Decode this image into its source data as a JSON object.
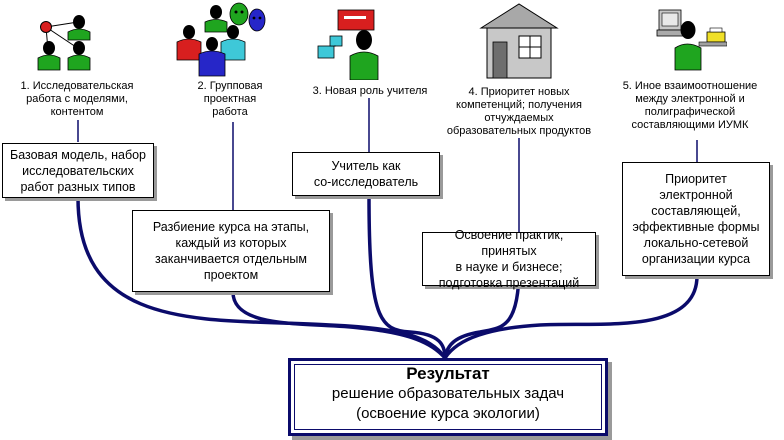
{
  "steps": [
    {
      "caption": "1. Исследовательская\nработа с моделями,\nконтентом",
      "box": "Базовая модель, набор\nисследовательских\nработ разных типов"
    },
    {
      "caption": "2. Групповая\nпроектная\nработа",
      "box": "Разбиение курса на этапы,\nкаждый из которых\nзаканчивается отдельным\nпроектом"
    },
    {
      "caption": "3. Новая роль учителя",
      "box": "Учитель как\nсо-исследователь"
    },
    {
      "caption": "4. Приоритет новых\nкомпетенций; получения\nотчуждаемых\nобразовательных продуктов",
      "box": "Освоение практик, принятых\nв науке и бизнесе;\nподготовка презентаций"
    },
    {
      "caption": "5. Иное взаимоотношение\nмежду электронной и\nполиграфической\nсоставляющими ИУМК",
      "box": "Приоритет электронной\nсоставляющей,\nэффективные формы\nлокально-сетевой\nорганизации курса"
    }
  ],
  "result": {
    "title": "Результат",
    "line1": "решение образовательных задач",
    "line2": "(освоение курса экологии)"
  },
  "colors": {
    "connector": "#0b0b6b",
    "person_green": "#1fa51f",
    "person_red": "#d81f1f",
    "person_blue": "#2626c8",
    "person_cyan": "#3ec8d8"
  },
  "icons": [
    "network-people-icon",
    "group-people-icon",
    "teacher-board-icon",
    "house-icon",
    "computer-printer-icon"
  ]
}
